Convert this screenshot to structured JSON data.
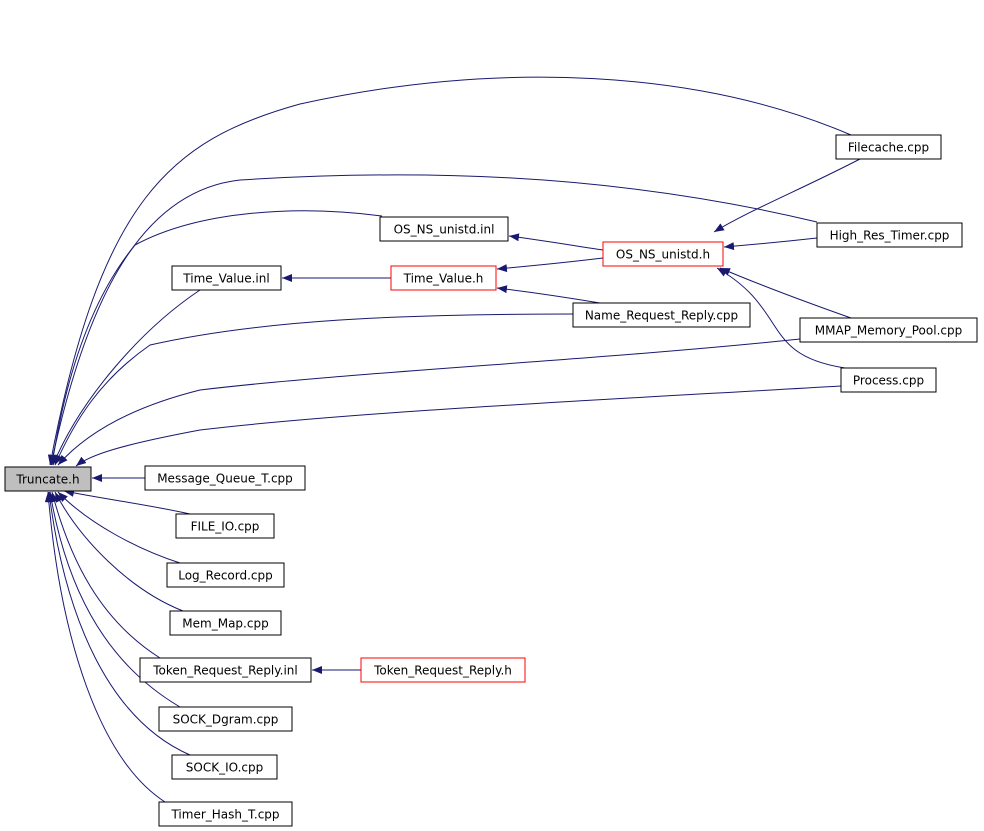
{
  "diagram": {
    "nodes": [
      {
        "id": "truncate",
        "label": "Truncate.h",
        "style": "root"
      },
      {
        "id": "filecache",
        "label": "Filecache.cpp",
        "style": "plain"
      },
      {
        "id": "high_res_timer",
        "label": "High_Res_Timer.cpp",
        "style": "plain"
      },
      {
        "id": "os_ns_unistd_inl",
        "label": "OS_NS_unistd.inl",
        "style": "plain"
      },
      {
        "id": "os_ns_unistd_h",
        "label": "OS_NS_unistd.h",
        "style": "red"
      },
      {
        "id": "time_value_inl",
        "label": "Time_Value.inl",
        "style": "plain"
      },
      {
        "id": "time_value_h",
        "label": "Time_Value.h",
        "style": "red"
      },
      {
        "id": "name_request_reply",
        "label": "Name_Request_Reply.cpp",
        "style": "plain"
      },
      {
        "id": "mmap_memory_pool",
        "label": "MMAP_Memory_Pool.cpp",
        "style": "plain"
      },
      {
        "id": "process",
        "label": "Process.cpp",
        "style": "plain"
      },
      {
        "id": "message_queue_t",
        "label": "Message_Queue_T.cpp",
        "style": "plain"
      },
      {
        "id": "file_io",
        "label": "FILE_IO.cpp",
        "style": "plain"
      },
      {
        "id": "log_record",
        "label": "Log_Record.cpp",
        "style": "plain"
      },
      {
        "id": "mem_map",
        "label": "Mem_Map.cpp",
        "style": "plain"
      },
      {
        "id": "token_request_reply_inl",
        "label": "Token_Request_Reply.inl",
        "style": "plain"
      },
      {
        "id": "token_request_reply_h",
        "label": "Token_Request_Reply.h",
        "style": "red"
      },
      {
        "id": "sock_dgram",
        "label": "SOCK_Dgram.cpp",
        "style": "plain"
      },
      {
        "id": "sock_io",
        "label": "SOCK_IO.cpp",
        "style": "plain"
      },
      {
        "id": "timer_hash_t",
        "label": "Timer_Hash_T.cpp",
        "style": "plain"
      }
    ],
    "edges": [
      {
        "from": "filecache",
        "to": "truncate"
      },
      {
        "from": "high_res_timer",
        "to": "truncate"
      },
      {
        "from": "os_ns_unistd_inl",
        "to": "truncate"
      },
      {
        "from": "time_value_inl",
        "to": "truncate"
      },
      {
        "from": "name_request_reply",
        "to": "truncate"
      },
      {
        "from": "mmap_memory_pool",
        "to": "truncate"
      },
      {
        "from": "process",
        "to": "truncate"
      },
      {
        "from": "message_queue_t",
        "to": "truncate"
      },
      {
        "from": "file_io",
        "to": "truncate"
      },
      {
        "from": "log_record",
        "to": "truncate"
      },
      {
        "from": "mem_map",
        "to": "truncate"
      },
      {
        "from": "token_request_reply_inl",
        "to": "truncate"
      },
      {
        "from": "sock_dgram",
        "to": "truncate"
      },
      {
        "from": "sock_io",
        "to": "truncate"
      },
      {
        "from": "timer_hash_t",
        "to": "truncate"
      },
      {
        "from": "os_ns_unistd_h",
        "to": "os_ns_unistd_inl"
      },
      {
        "from": "time_value_h",
        "to": "time_value_inl"
      },
      {
        "from": "os_ns_unistd_h",
        "to": "time_value_h"
      },
      {
        "from": "name_request_reply",
        "to": "time_value_h"
      },
      {
        "from": "filecache",
        "to": "os_ns_unistd_h"
      },
      {
        "from": "high_res_timer",
        "to": "os_ns_unistd_h"
      },
      {
        "from": "mmap_memory_pool",
        "to": "os_ns_unistd_h"
      },
      {
        "from": "process",
        "to": "os_ns_unistd_h"
      },
      {
        "from": "token_request_reply_h",
        "to": "token_request_reply_inl"
      }
    ],
    "colors": {
      "edge": "#191970",
      "root_fill": "#bfbfbf",
      "red_border": "#ff0000",
      "border": "#000000"
    }
  }
}
